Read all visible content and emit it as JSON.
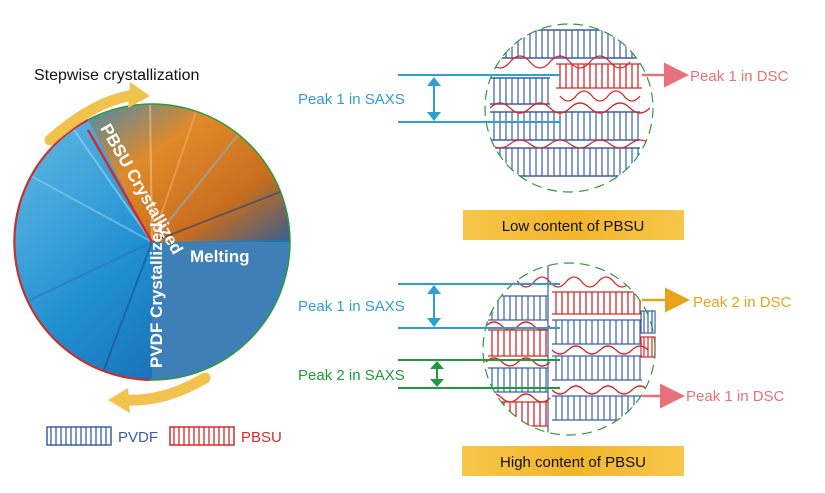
{
  "title": "Stepwise crystallization",
  "pie": {
    "sector_pbsu": "PBSU Crystallized",
    "sector_pvdf": "PVDF Crystallized",
    "sector_melting": "Melting"
  },
  "legend": {
    "pvdf": "PVDF",
    "pbsu": "PBSU"
  },
  "panel_low": {
    "caption": "Low content of PBSU",
    "saxs_peak1": "Peak 1 in SAXS",
    "dsc_peak1": "Peak 1 in DSC"
  },
  "panel_high": {
    "caption": "High content of PBSU",
    "saxs_peak1": "Peak 1 in SAXS",
    "saxs_peak2": "Peak 2 in SAXS",
    "dsc_peak2": "Peak 2 in DSC",
    "dsc_peak1": "Peak 1 in DSC"
  },
  "colors": {
    "pvdf": "#3a5fa8",
    "pbsu": "#d42a2a",
    "saxs_blue": "#2f9fd0",
    "saxs_green": "#1f9a3c",
    "dsc_pink": "#e8707a",
    "dsc_orange": "#e8a418",
    "caption_bg": "#f2b52a",
    "arrow_gold": "#f1c24e"
  }
}
